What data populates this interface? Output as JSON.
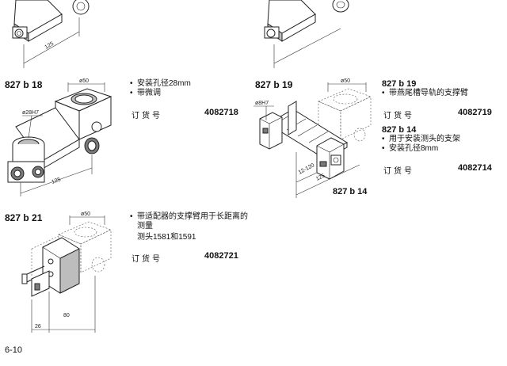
{
  "top": {
    "left_dim": "125"
  },
  "items": [
    {
      "code": "827 b 18",
      "dims": [
        "ø50",
        "ø28H7",
        "125"
      ],
      "bullets": [
        "安装孔径28mm",
        "带微调"
      ],
      "order_label": "订货号",
      "order_number": "4082718"
    },
    {
      "code": "827 b 19",
      "dims": [
        "ø50",
        "ø8H7",
        "12-120",
        "125"
      ],
      "callout": "827 b 14",
      "variants": [
        {
          "code": "827 b 19",
          "bullets": [
            "带燕尾槽导轨的支撑臂"
          ],
          "order_label": "订货号",
          "order_number": "4082719"
        },
        {
          "code": "827 b 14",
          "bullets": [
            "用于安装测头的支架",
            "安装孔径8mm"
          ],
          "order_label": "订货号",
          "order_number": "4082714"
        }
      ]
    },
    {
      "code": "827 b 21",
      "dims": [
        "ø50",
        "26",
        "80"
      ],
      "bullets": [
        "带适配器的支撑臂用于长距离的测量"
      ],
      "sub_line": "测头1581和1591",
      "order_label": "订货号",
      "order_number": "4082721"
    }
  ],
  "page_number": "6-10"
}
